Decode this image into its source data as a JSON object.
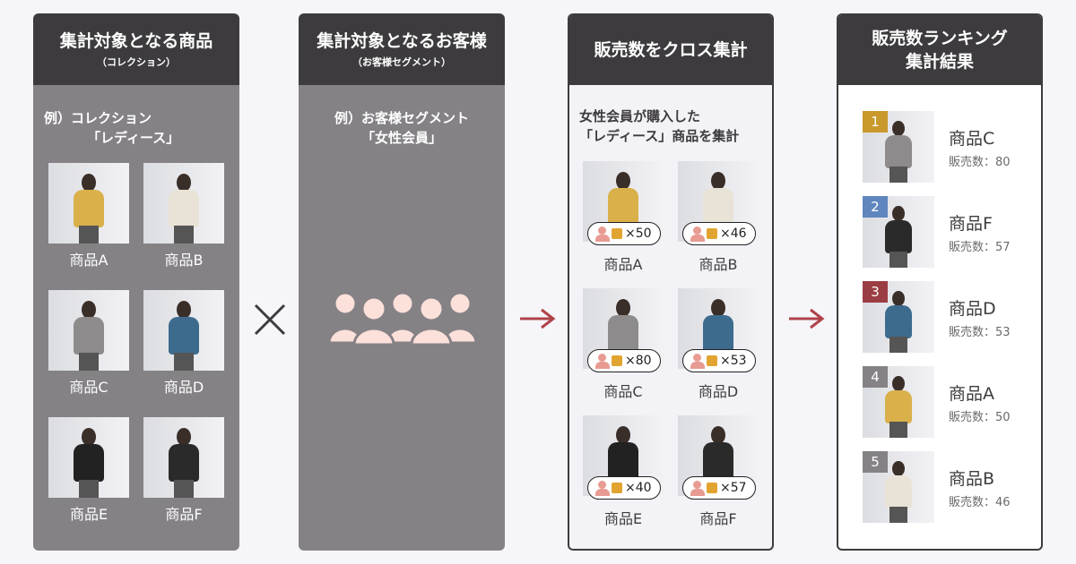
{
  "columns": [
    {
      "title": "集計対象となる商品",
      "subtitle": "（コレクション）",
      "note": [
        "例）コレクション",
        "「レディース」"
      ]
    },
    {
      "title": "集計対象となるお客様",
      "subtitle": "（お客様セグメント）",
      "note": [
        "例）お客様セグメント",
        "「女性会員」"
      ]
    },
    {
      "title": "販売数をクロス集計",
      "note": [
        "女性会員が購入した",
        "「レディース」商品を集計"
      ]
    },
    {
      "title": "販売数ランキング",
      "title2": "集計結果"
    }
  ],
  "products": [
    {
      "name": "商品A",
      "count": "×50",
      "shirt": "#d9b04a"
    },
    {
      "name": "商品B",
      "count": "×46",
      "shirt": "#e9e2d6"
    },
    {
      "name": "商品C",
      "count": "×80",
      "shirt": "#8d8b8c"
    },
    {
      "name": "商品D",
      "count": "×53",
      "shirt": "#3d6b8e"
    },
    {
      "name": "商品E",
      "count": "×40",
      "shirt": "#222222"
    },
    {
      "name": "商品F",
      "count": "×57",
      "shirt": "#2a2a2a"
    }
  ],
  "ranking": [
    {
      "rank": "1",
      "name": "商品C",
      "sales": "販売数：80",
      "color": "#c9992b",
      "shirt": "#8d8b8c"
    },
    {
      "rank": "2",
      "name": "商品F",
      "sales": "販売数：57",
      "color": "#5f86be",
      "shirt": "#2a2a2a"
    },
    {
      "rank": "3",
      "name": "商品D",
      "sales": "販売数：53",
      "color": "#9b3e44",
      "shirt": "#3d6b8e"
    },
    {
      "rank": "4",
      "name": "商品A",
      "sales": "販売数：50",
      "color": "#858286",
      "shirt": "#d9b04a"
    },
    {
      "rank": "5",
      "name": "商品B",
      "sales": "販売数：46",
      "color": "#858286",
      "shirt": "#e9e2d6"
    }
  ],
  "colors": {
    "header": "#3d3b3e",
    "arrow": "#b0424a",
    "people": "#fce0da"
  },
  "icons": {
    "multiply": "times-icon",
    "arrow": "arrow-right-icon",
    "segment": "people-group-icon",
    "buyer": "person-bag-icon"
  }
}
